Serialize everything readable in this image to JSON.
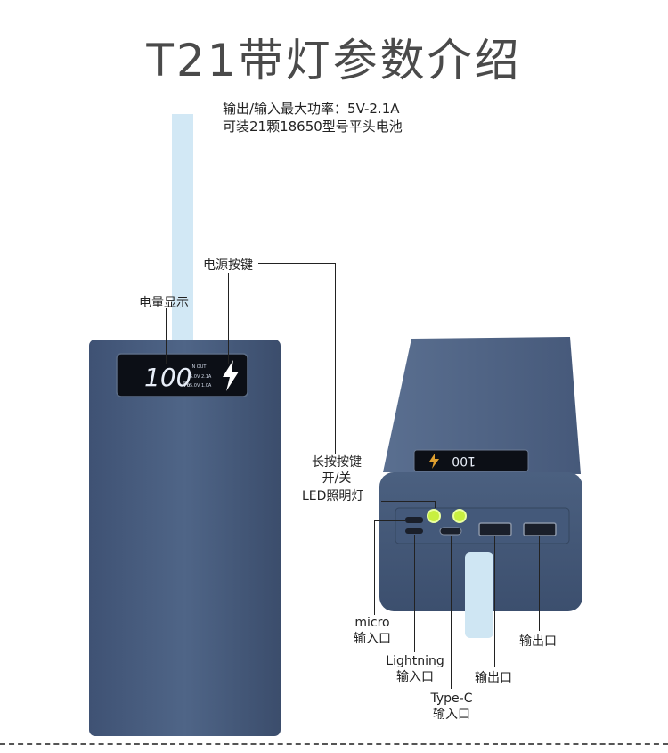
{
  "title": "T21带灯参数介绍",
  "specs": {
    "line1": "输出/输入最大功率：5V-2.1A",
    "line2": "可装21颗18650型号平头电池"
  },
  "labels": {
    "power_button": "电源按键",
    "battery_display": "电量显示",
    "long_press_line1": "长按按键",
    "long_press_line2": "开/关",
    "led_light": "LED照明灯",
    "micro_line1": "micro",
    "micro_line2": "输入口",
    "lightning_line1": "Lightning",
    "lightning_line2": "输入口",
    "typec_line1": "Type-C",
    "typec_line2": "输入口",
    "output_1": "输出口",
    "output_2": "输出口"
  },
  "display": {
    "percent": "100",
    "percent_sign": "%",
    "in_out": "IN  OUT",
    "spec_a": "5.0V 2.1A",
    "spec_b": "5.0V 1.0A"
  },
  "colors": {
    "body": "#4a5f80",
    "body_dark": "#34445e",
    "lanyard": "#cfe6f3",
    "screen": "#0c0f16",
    "led": "#c8f040"
  }
}
